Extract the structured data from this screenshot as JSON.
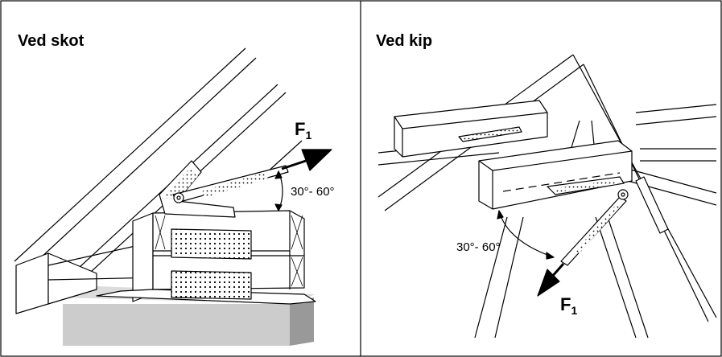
{
  "panels": [
    {
      "title": "Ved skot",
      "angle_label": "30°- 60°",
      "force_main": "F",
      "force_sub": "1"
    },
    {
      "title": "Ved kip",
      "angle_label": "30°- 60°",
      "force_main": "F",
      "force_sub": "1"
    }
  ],
  "colors": {
    "line": "#000000",
    "ground": "#cccccc",
    "ground_side": "#999999"
  }
}
